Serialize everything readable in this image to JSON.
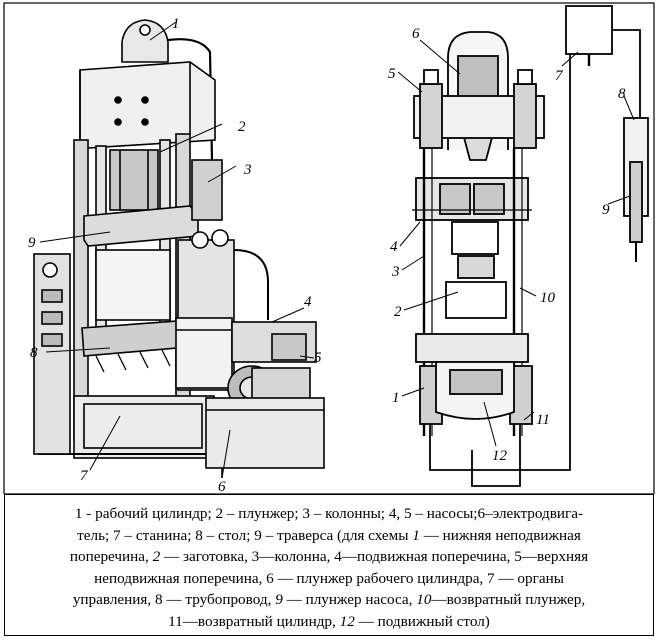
{
  "labels": {
    "left": {
      "l1": "1",
      "l2": "2",
      "l3": "3",
      "l4": "4",
      "l5": "5",
      "l6": "6",
      "l7": "7",
      "l8": "8",
      "l9": "9"
    },
    "right": {
      "r1": "1",
      "r2": "2",
      "r3": "3",
      "r4": "4",
      "r5": "5",
      "r6": "6",
      "r7": "7",
      "r8": "8",
      "r9": "9",
      "r10": "10",
      "r11": "11",
      "r12": "12"
    }
  },
  "caption": {
    "p1": "1 - рабочий цилиндр; 2 – плунжер; 3 – колонны; 4, 5 – насосы;6–электродвига-",
    "p2": "тель; 7 – станина; 8 – стол; 9 – траверса (для схемы ",
    "i1": "1",
    "p3": " — нижняя неподвижная",
    "p4": "поперечина, ",
    "i2": "2",
    "p5": " — заготовка, 3—колонна, 4—подвижная поперечина, 5—верхняя",
    "p6": "неподвижная поперечина, 6 — плунжер рабочего цилиндра, 7 — органы",
    "p7": "управления, 8 — трубопровод, ",
    "i3": "9",
    "p8": " — плунжер насоса, ",
    "i4": "10",
    "p9": "—возвратный плунжер,",
    "p10": "11—возвратный цилиндр, ",
    "i5": "12",
    "p11": " — подвижный стол)"
  }
}
